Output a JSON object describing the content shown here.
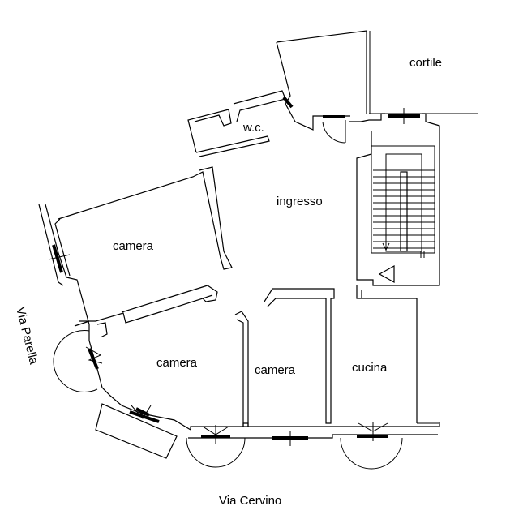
{
  "rooms": {
    "cortile": "cortile",
    "wc": "w.c.",
    "ingresso": "ingresso",
    "camera_top": "camera",
    "camera_mid": "camera",
    "camera_small": "camera",
    "cucina": "cucina"
  },
  "streets": {
    "cervino": "Via Cervino",
    "parella": "Via Parella"
  }
}
